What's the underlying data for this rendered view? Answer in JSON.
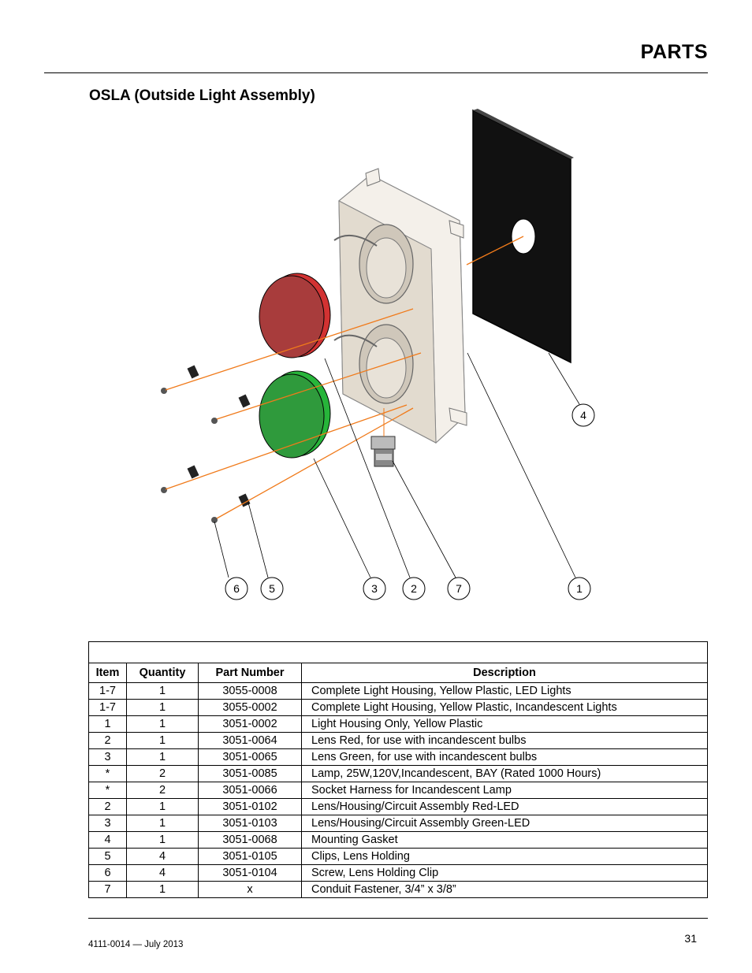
{
  "header": {
    "title": "PARTS"
  },
  "section": {
    "title": "OSLA (Outside Light Assembly)"
  },
  "diagram": {
    "callouts": [
      "6",
      "5",
      "3",
      "2",
      "7",
      "1",
      "4"
    ],
    "colors": {
      "red_lens": "#a83c3c",
      "green_lens": "#2f9a3c",
      "housing": "#ece6dc",
      "gasket": "#111111",
      "leader": "#f07a1a"
    }
  },
  "table": {
    "columns": [
      "Item",
      "Quantity",
      "Part Number",
      "Description"
    ],
    "rows": [
      [
        "1-7",
        "1",
        "3055-0008",
        "Complete Light Housing, Yellow Plastic, LED Lights"
      ],
      [
        "1-7",
        "1",
        "3055-0002",
        "Complete Light Housing, Yellow Plastic, Incandescent Lights"
      ],
      [
        "1",
        "1",
        "3051-0002",
        "Light Housing Only, Yellow Plastic"
      ],
      [
        "2",
        "1",
        "3051-0064",
        "Lens Red, for use with incandescent bulbs"
      ],
      [
        "3",
        "1",
        "3051-0065",
        "Lens Green, for use with incandescent bulbs"
      ],
      [
        "*",
        "2",
        "3051-0085",
        "Lamp, 25W,120V,Incandescent, BAY (Rated 1000 Hours)"
      ],
      [
        "*",
        "2",
        "3051-0066",
        "Socket Harness for Incandescent Lamp"
      ],
      [
        "2",
        "1",
        "3051-0102",
        "Lens/Housing/Circuit Assembly Red-LED"
      ],
      [
        "3",
        "1",
        "3051-0103",
        "Lens/Housing/Circuit Assembly Green-LED"
      ],
      [
        "4",
        "1",
        "3051-0068",
        "Mounting Gasket"
      ],
      [
        "5",
        "4",
        "3051-0105",
        "Clips, Lens Holding"
      ],
      [
        "6",
        "4",
        "3051-0104",
        "Screw, Lens Holding Clip"
      ],
      [
        "7",
        "1",
        "x",
        "Conduit Fastener, 3/4” x 3/8”"
      ]
    ]
  },
  "footer": {
    "page_number": "31",
    "doc_id": "4111-0014 — July 2013"
  }
}
